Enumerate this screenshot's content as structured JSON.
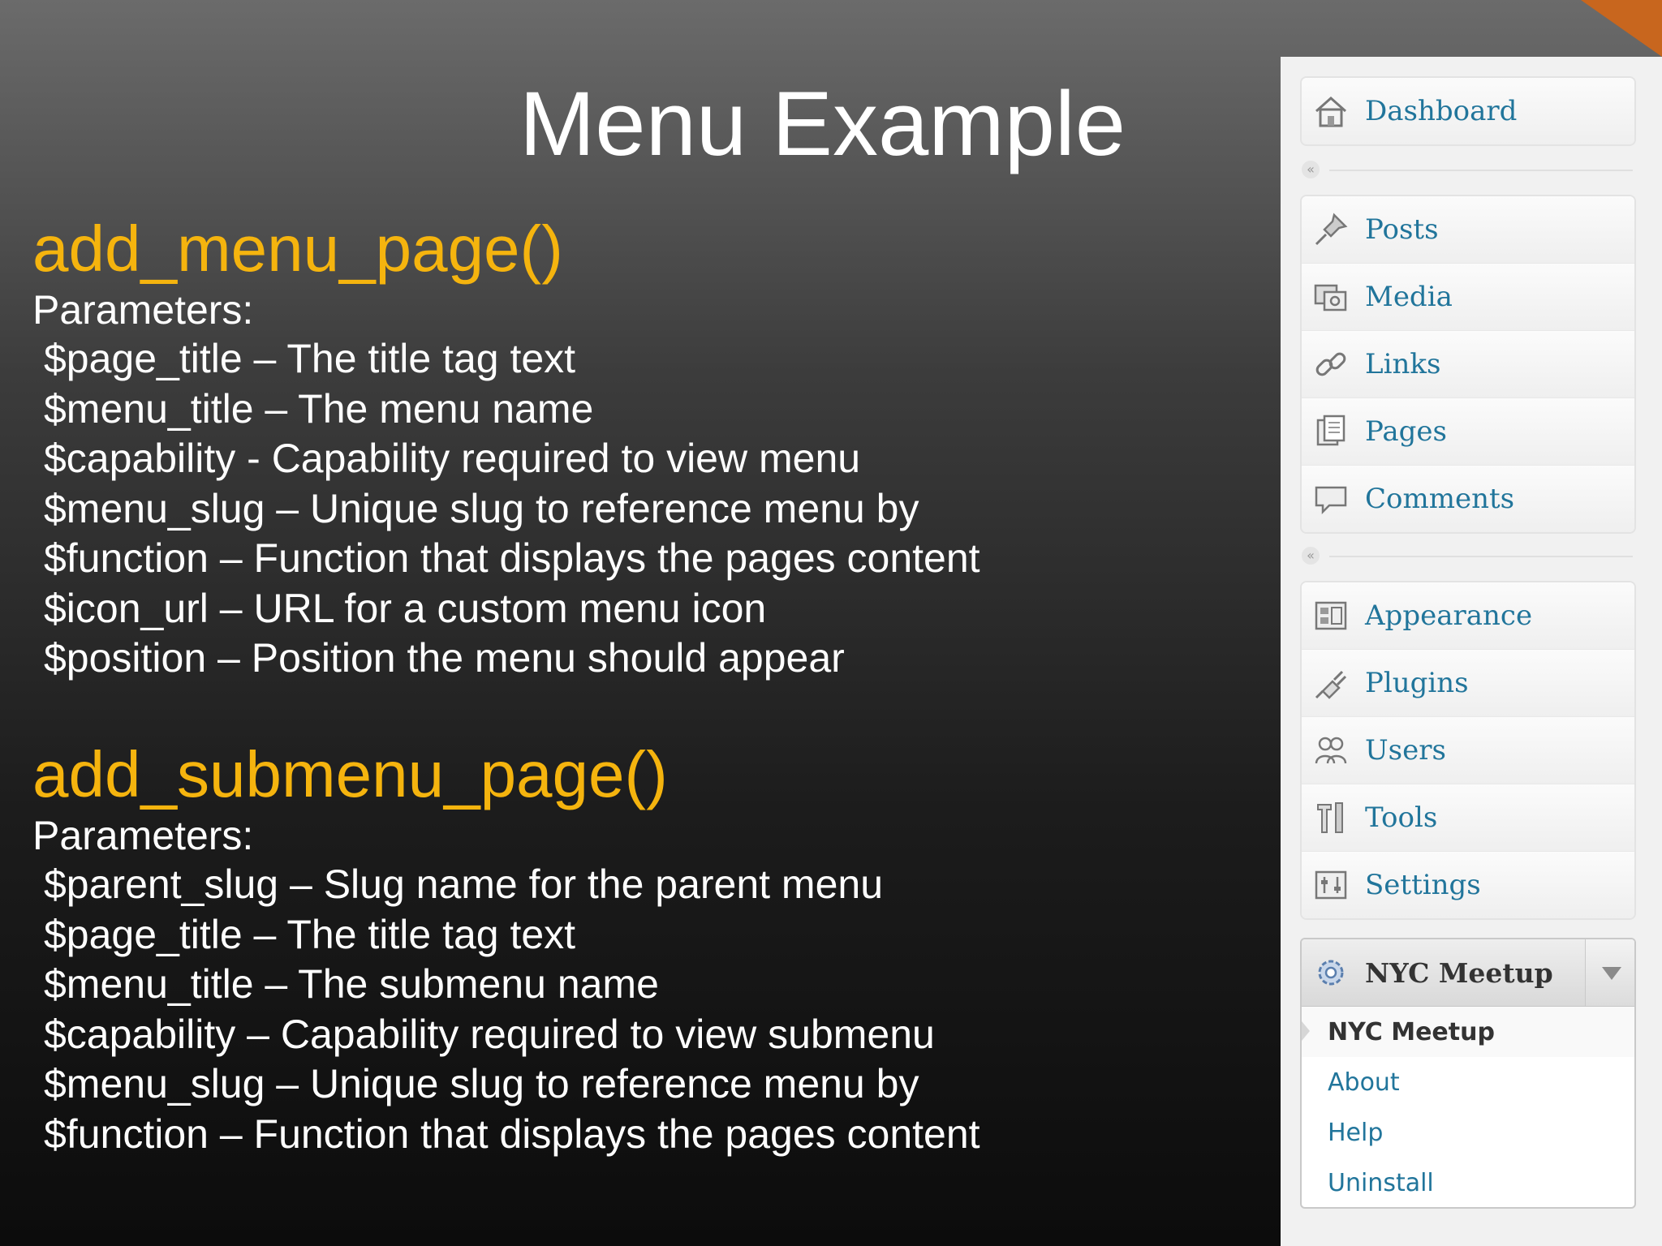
{
  "slide": {
    "title": "Menu Example",
    "menu_section": {
      "function_name": "add_menu_page()",
      "params_label": "Parameters:",
      "params": [
        "$page_title – The title tag text",
        "$menu_title – The menu name",
        "$capability - Capability required to view menu",
        "$menu_slug – Unique slug to reference menu by",
        "$function – Function that displays the pages content",
        "$icon_url – URL for a custom menu icon",
        "$position – Position the menu should appear"
      ]
    },
    "submenu_section": {
      "function_name": "add_submenu_page()",
      "params_label": "Parameters:",
      "params": [
        "$parent_slug – Slug name for the parent menu",
        "$page_title – The title tag text",
        "$menu_title – The submenu name",
        "$capability – Capability required to view submenu",
        "$menu_slug – Unique slug to reference menu by",
        "$function – Function that displays the pages content"
      ]
    }
  },
  "wp_menu": {
    "group1": [
      {
        "label": "Dashboard",
        "icon": "dashboard-icon"
      }
    ],
    "group2": [
      {
        "label": "Posts",
        "icon": "pushpin-icon"
      },
      {
        "label": "Media",
        "icon": "media-icon"
      },
      {
        "label": "Links",
        "icon": "chain-link-icon"
      },
      {
        "label": "Pages",
        "icon": "pages-icon"
      },
      {
        "label": "Comments",
        "icon": "speech-bubble-icon"
      }
    ],
    "group3": [
      {
        "label": "Appearance",
        "icon": "appearance-icon"
      },
      {
        "label": "Plugins",
        "icon": "plug-icon"
      },
      {
        "label": "Users",
        "icon": "users-icon"
      },
      {
        "label": "Tools",
        "icon": "tools-icon"
      },
      {
        "label": "Settings",
        "icon": "settings-icon"
      }
    ],
    "collapse_glyph": "«",
    "custom_menu": {
      "label": "NYC Meetup",
      "icon": "gear-icon",
      "submenu": [
        {
          "label": "NYC Meetup",
          "current": true
        },
        {
          "label": "About",
          "current": false
        },
        {
          "label": "Help",
          "current": false
        },
        {
          "label": "Uninstall",
          "current": false
        }
      ]
    }
  }
}
